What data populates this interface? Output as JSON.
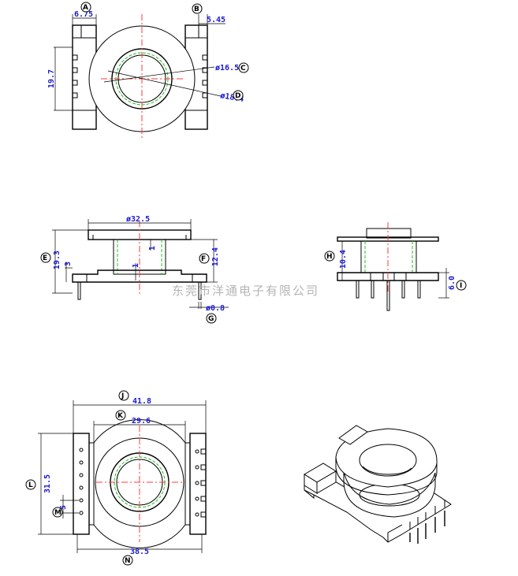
{
  "dimensions": {
    "A": "6.75",
    "B": "5.45",
    "C": "ø16.5",
    "D": "ø18.4",
    "E": "19.3",
    "E_sub": "3",
    "E_sub2": "1",
    "E_sub3": "1",
    "F": "12.4",
    "F_top": "ø32.5",
    "G": "ø0.8",
    "H": "10.4",
    "I": "6.0",
    "J": "41.8",
    "K": "29.6",
    "L": "31.5",
    "M": "5",
    "N": "38.5"
  },
  "labels": {
    "A": "A",
    "B": "B",
    "C": "C",
    "D": "D",
    "E": "E",
    "F": "F",
    "G": "G",
    "H": "H",
    "I": "I",
    "J": "J",
    "K": "K",
    "L": "L",
    "M": "M",
    "N": "N"
  },
  "watermark": "东莞市洋通电子有限公司"
}
